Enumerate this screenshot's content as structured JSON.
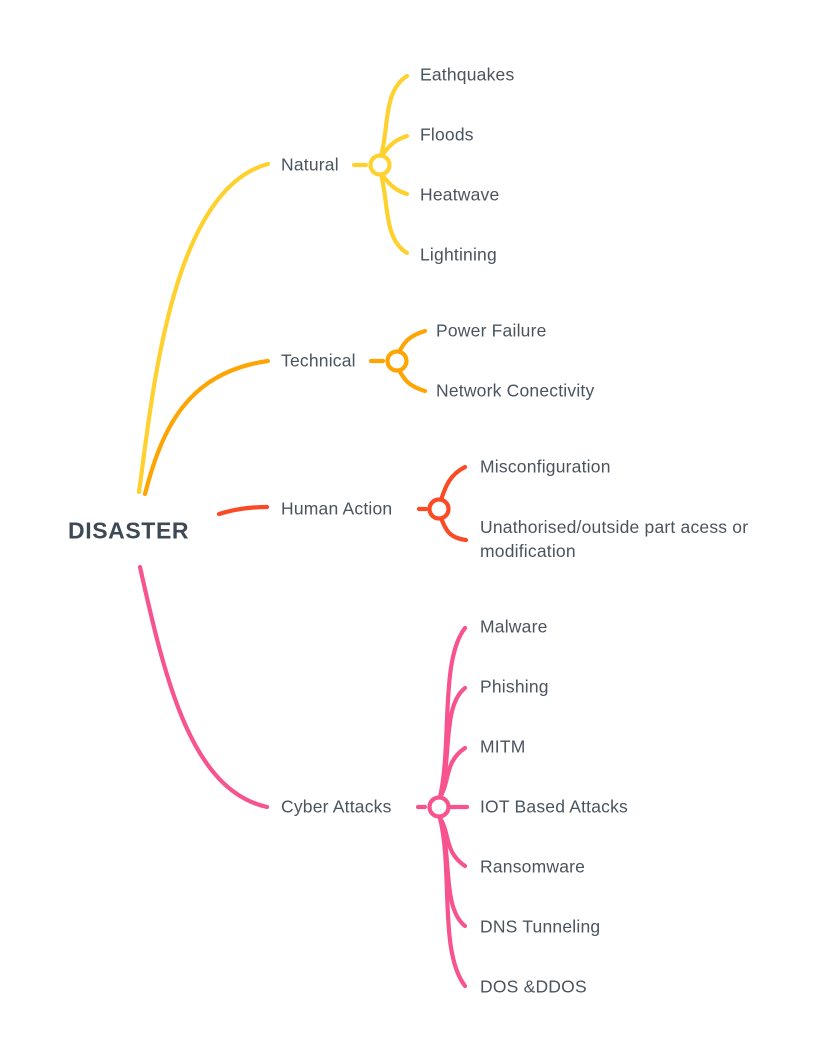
{
  "root": {
    "label": "DISASTER"
  },
  "palette": {
    "background": "#FFFFFF",
    "label_text": "#4A545E",
    "root_text": "#3E4954"
  },
  "branches": [
    {
      "label": "Natural",
      "color": "#FFD12F",
      "children": [
        "Eathquakes",
        "Floods",
        "Heatwave",
        "Lightining"
      ]
    },
    {
      "label": "Technical",
      "color": "#FFA503",
      "children": [
        "Power Failure",
        "Network Conectivity"
      ]
    },
    {
      "label": "Human Action",
      "color": "#FA4A26",
      "children": [
        "Misconfiguration",
        "Unathorised/outside part acess or modification"
      ]
    },
    {
      "label": "Cyber Attacks",
      "color": "#F6538F",
      "children": [
        "Malware",
        "Phishing",
        "MITM",
        "IOT Based Attacks",
        "Ransomware",
        "DNS Tunneling",
        "DOS &DDOS"
      ]
    }
  ]
}
